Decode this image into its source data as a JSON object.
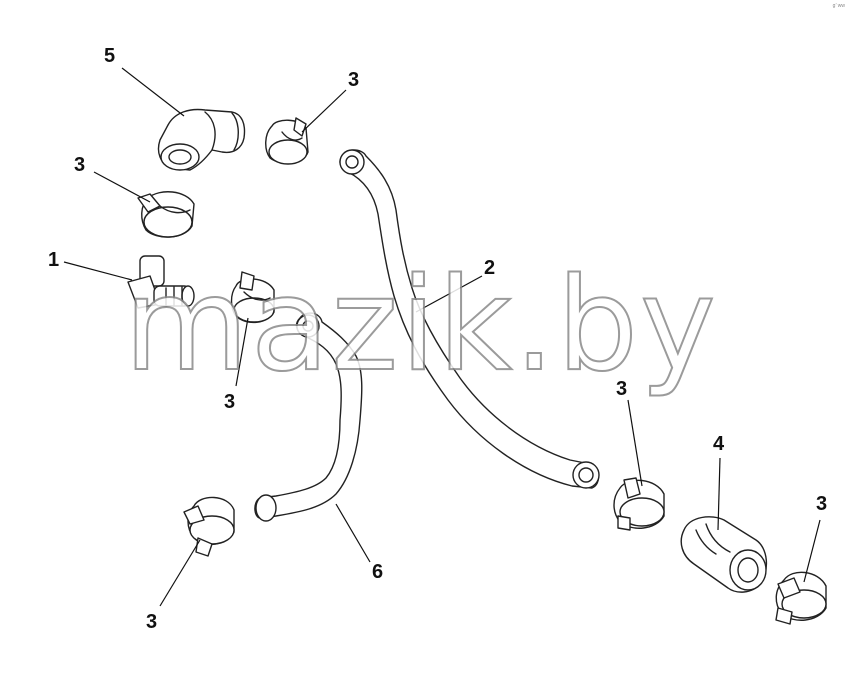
{
  "diagram": {
    "callouts": [
      {
        "id": "c1",
        "text": "1"
      },
      {
        "id": "c2",
        "text": "2"
      },
      {
        "id": "c3a",
        "text": "3"
      },
      {
        "id": "c3b",
        "text": "3"
      },
      {
        "id": "c3c",
        "text": "3"
      },
      {
        "id": "c3d",
        "text": "3"
      },
      {
        "id": "c3e",
        "text": "3"
      },
      {
        "id": "c3f",
        "text": "3"
      },
      {
        "id": "c4",
        "text": "4"
      },
      {
        "id": "c5",
        "text": "5"
      },
      {
        "id": "c6",
        "text": "6"
      }
    ],
    "watermark": "mazik.by",
    "corner_mark": "g’ ww"
  }
}
